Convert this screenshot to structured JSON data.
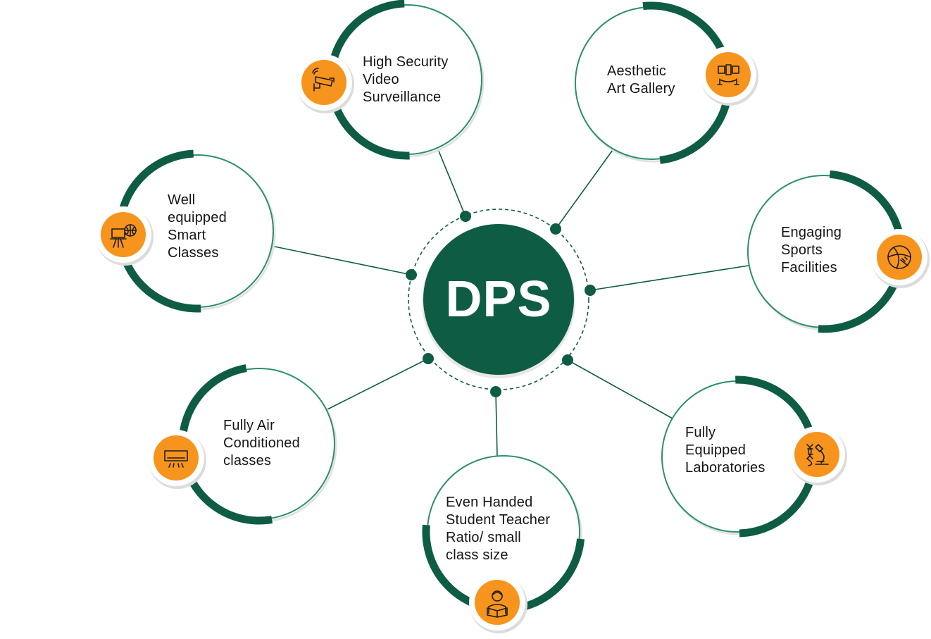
{
  "hub": {
    "title": "DPS"
  },
  "colors": {
    "dark_green": "#0f5c45",
    "teal": "#2b8f70",
    "orange": "#f7941d",
    "text": "#161616"
  },
  "features": [
    {
      "id": "security",
      "lines": [
        "High Security",
        "Video",
        "Surveillance"
      ],
      "icon": "cctv-camera-icon"
    },
    {
      "id": "art",
      "lines": [
        "Aesthetic",
        "Art Gallery"
      ],
      "icon": "art-gallery-icon"
    },
    {
      "id": "sports",
      "lines": [
        "Engaging",
        "Sports",
        "Facilities"
      ],
      "icon": "sports-ball-icon"
    },
    {
      "id": "labs",
      "lines": [
        "Fully",
        "Equipped",
        "Laboratories"
      ],
      "icon": "microscope-dna-icon"
    },
    {
      "id": "ratio",
      "lines": [
        "Even Handed",
        "Student Teacher",
        "Ratio/ small",
        "class size"
      ],
      "icon": "student-reading-icon"
    },
    {
      "id": "ac",
      "lines": [
        "Fully Air",
        "Conditioned",
        "classes"
      ],
      "icon": "air-conditioner-icon"
    },
    {
      "id": "smart",
      "lines": [
        "Well",
        "equipped",
        "Smart",
        "Classes"
      ],
      "icon": "smart-class-icon"
    }
  ]
}
